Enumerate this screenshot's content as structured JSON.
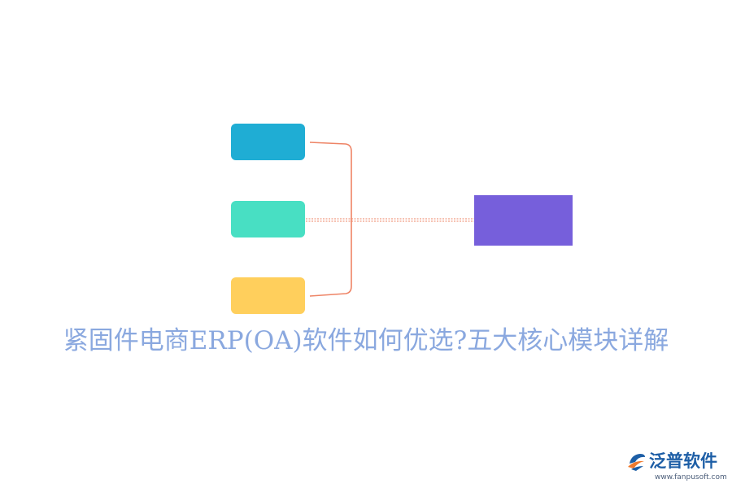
{
  "title": "紧固件电商ERP(OA)软件如何优选?五大核心模块详解",
  "colors": {
    "node_blue": "#1fadd4",
    "node_teal": "#48dfc3",
    "node_yellow": "#ffcf5c",
    "node_purple": "#765fdb",
    "connector": "#ee8466",
    "title_text": "#8aa8df",
    "logo_blue": "#1d5ea6",
    "logo_orange": "#f07a2e"
  },
  "logo": {
    "name": "泛普软件",
    "url": "www.fanpusoft.com",
    "icon": "fanpu-logo-icon"
  }
}
